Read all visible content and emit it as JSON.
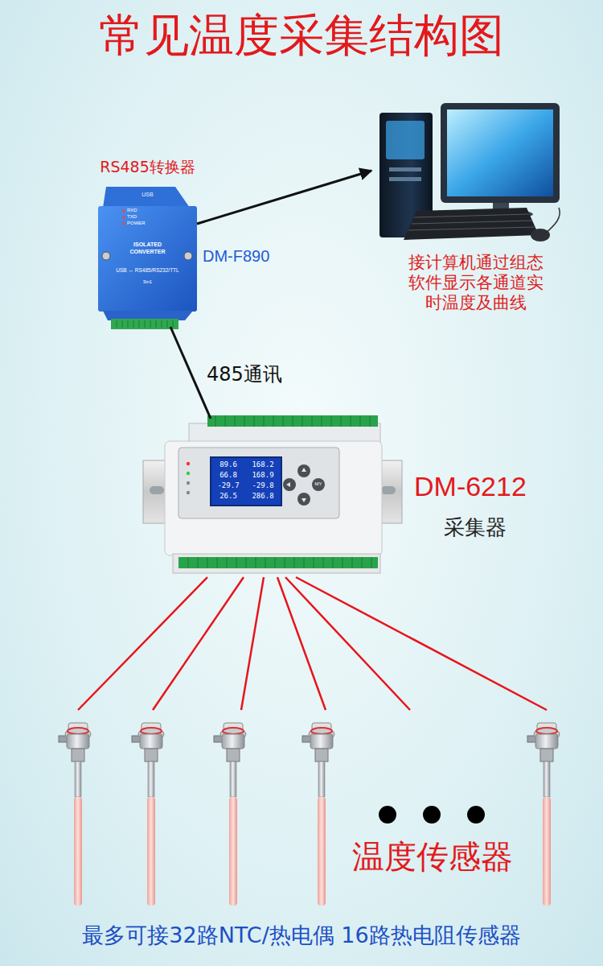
{
  "diagram": {
    "title": "常见温度采集结构图",
    "caption": "最多可接32路NTC/热电偶 16路热电阻传感器",
    "nodes": [
      {
        "text": [
          "RS485转换器",
          "DM-F890"
        ]
      },
      {
        "text": [
          "接计算机通过组态软件显示各通道实时温度及曲线"
        ]
      },
      {
        "text": [
          "DM-6212",
          "采集器"
        ]
      },
      {
        "text": [
          "温度传感器"
        ]
      }
    ],
    "edges": [
      {
        "from": 0,
        "to": 1,
        "arrow": "to"
      },
      {
        "from": 0,
        "to": 2,
        "label": "485通讯",
        "arrow": "none"
      },
      {
        "from": 2,
        "to": 3,
        "arrow": "none"
      },
      {
        "from": 2,
        "to": 3,
        "arrow": "none"
      },
      {
        "from": 2,
        "to": 3,
        "arrow": "none"
      },
      {
        "from": 2,
        "to": 3,
        "arrow": "none"
      },
      {
        "from": 2,
        "to": 3,
        "arrow": "none"
      },
      {
        "from": 2,
        "to": 3,
        "arrow": "none"
      }
    ],
    "labels": [
      "USB",
      "RXD",
      "TXD",
      "POWER",
      "ISOLATED",
      "CONVERTER",
      "USB ↔ RS485/RS232/TTL",
      "3in1",
      "89.6",
      "168.2",
      "66.8",
      "168.9",
      "-29.7",
      "-29.8",
      "26.5",
      "286.8",
      "MY"
    ]
  }
}
